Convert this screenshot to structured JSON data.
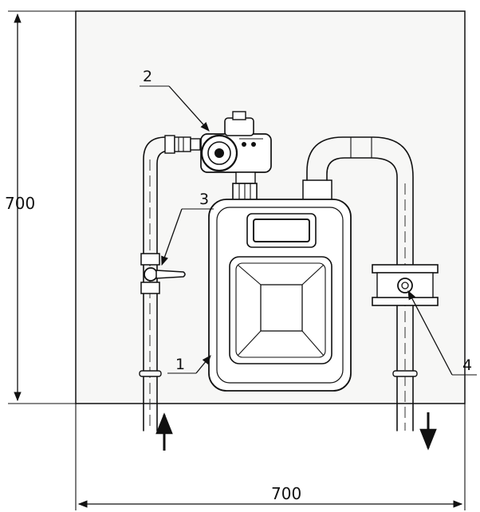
{
  "dimensions": {
    "height_label": "700",
    "width_label": "700"
  },
  "callouts": [
    {
      "number": "1"
    },
    {
      "number": "2"
    },
    {
      "number": "3"
    },
    {
      "number": "4"
    }
  ]
}
